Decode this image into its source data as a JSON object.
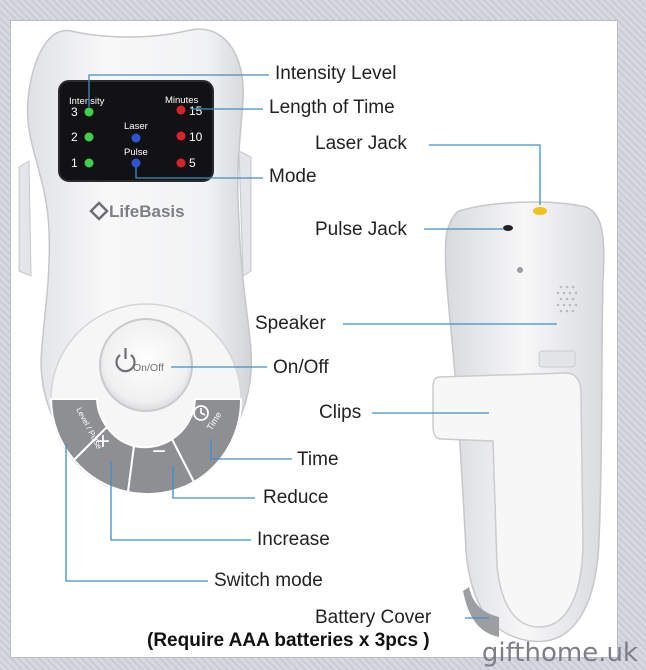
{
  "device": {
    "brand": "LifeBasis",
    "screen": {
      "intensity_header": "Intensity",
      "minutes_header": "Minutes",
      "intensity_levels": [
        "3",
        "2",
        "1"
      ],
      "minute_values": [
        "15",
        "10",
        "5"
      ],
      "mode_laser": "Laser",
      "mode_pulse": "Pulse"
    },
    "buttons": {
      "power": "On/Off",
      "mode": "Level / Pulse",
      "increase": "+",
      "reduce": "−",
      "time": "Time"
    }
  },
  "callouts": {
    "intensity_level": "Intensity Level",
    "length_of_time": "Length of Time",
    "mode": "Mode",
    "laser_jack": "Laser Jack",
    "pulse_jack": "Pulse Jack",
    "speaker": "Speaker",
    "on_off": "On/Off",
    "clips": "Clips",
    "time": "Time",
    "reduce": "Reduce",
    "increase": "Increase",
    "switch_mode": "Switch mode",
    "battery_cover": "Battery Cover"
  },
  "note": "(Require AAA batteries x 3pcs )",
  "watermark": "gifthome.uk",
  "colors": {
    "leader_line": "#3f8fc6",
    "led_green": "#3ed04a",
    "led_red": "#d6242a",
    "led_blue": "#2a56d6",
    "screen_bg": "#121214",
    "button_gray": "#8d8f93"
  }
}
